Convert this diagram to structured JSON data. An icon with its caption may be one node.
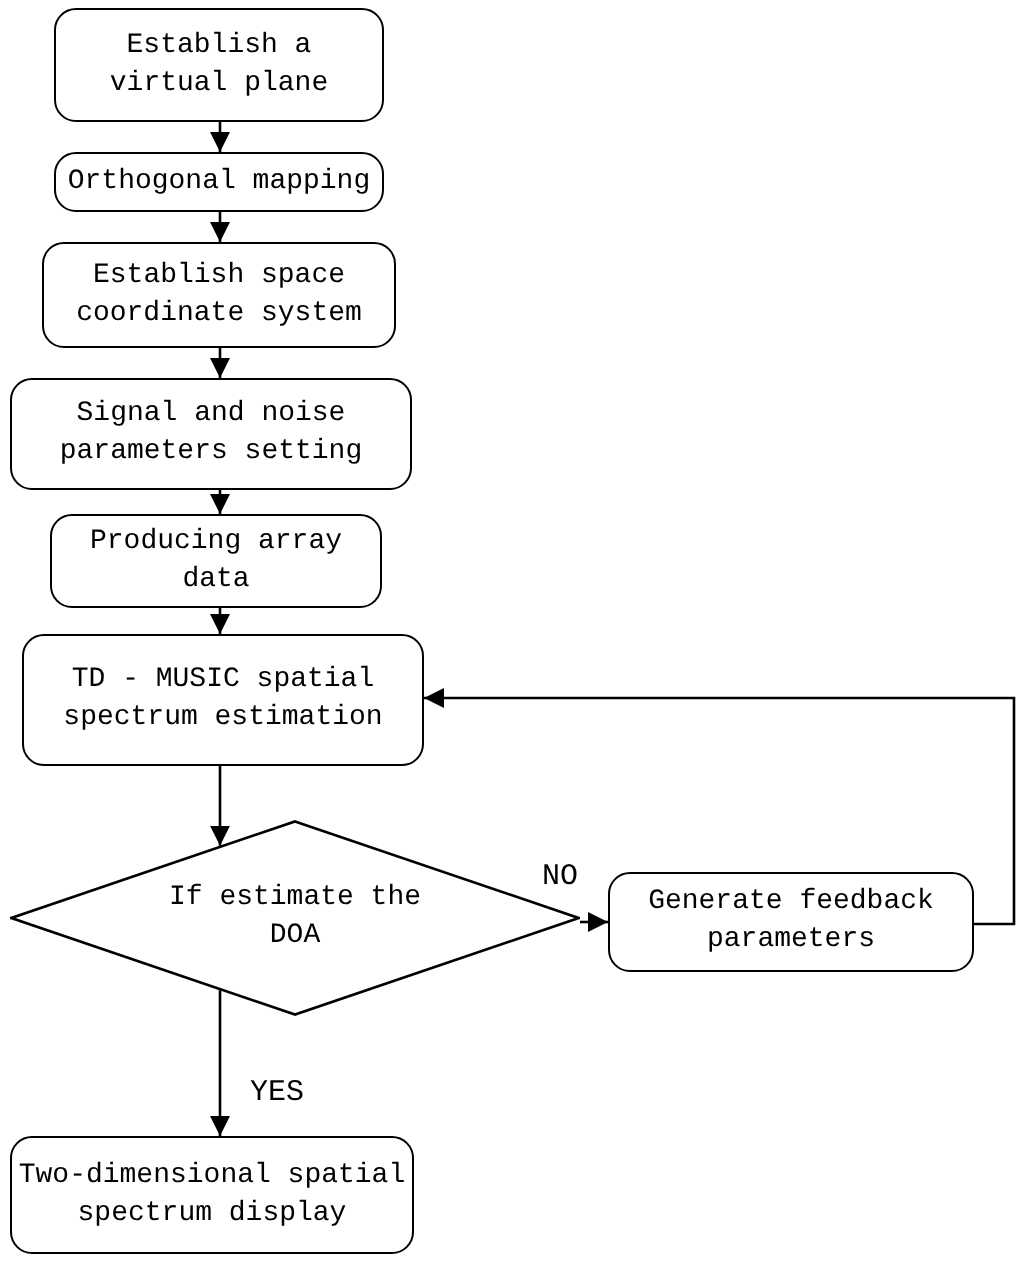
{
  "diagram": {
    "nodes": [
      {
        "text": [
          "Establish a virtual plane"
        ]
      },
      {
        "text": [
          "Orthogonal mapping"
        ]
      },
      {
        "text": [
          "Establish space coordinate system"
        ]
      },
      {
        "text": [
          "Signal and noise parameters setting"
        ]
      },
      {
        "text": [
          "Producing array data"
        ]
      },
      {
        "text": [
          "TD - MUSIC spatial spectrum estimation"
        ]
      },
      {
        "text": [
          "If estimate the DOA"
        ]
      },
      {
        "text": [
          "Generate feedback parameters"
        ]
      },
      {
        "text": [
          "Two-dimensional spatial spectrum display"
        ]
      }
    ],
    "edges": [
      {
        "from": 0,
        "to": 1,
        "arrow": "to"
      },
      {
        "from": 1,
        "to": 2,
        "arrow": "to"
      },
      {
        "from": 2,
        "to": 3,
        "arrow": "to"
      },
      {
        "from": 3,
        "to": 4,
        "arrow": "to"
      },
      {
        "from": 4,
        "to": 5,
        "arrow": "to"
      },
      {
        "from": 5,
        "to": 6,
        "arrow": "to"
      },
      {
        "from": 6,
        "to": 7,
        "label": "NO",
        "arrow": "to"
      },
      {
        "from": 6,
        "to": 8,
        "label": "YES",
        "arrow": "to"
      },
      {
        "from": 7,
        "to": 5,
        "arrow": "to"
      }
    ]
  }
}
